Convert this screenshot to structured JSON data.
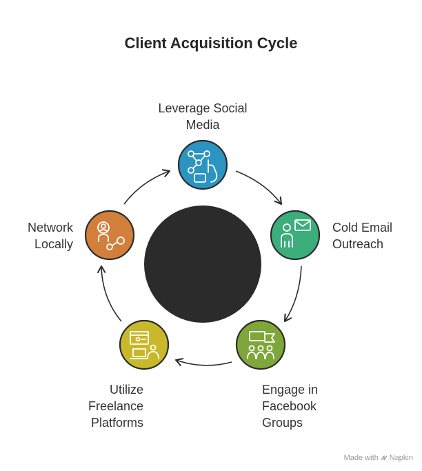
{
  "title": "Client Acquisition Cycle",
  "colors": {
    "center": "#2b2b2b",
    "outline": "#2b2b2b",
    "social": "#2b94c1",
    "email": "#3cae7c",
    "facebook": "#7fa63a",
    "freelance": "#c9b82a",
    "network": "#d27f3b"
  },
  "steps": [
    {
      "id": "social",
      "label_lines": [
        "Leverage Social",
        "Media"
      ],
      "icon": "social-media-hand-icon"
    },
    {
      "id": "email",
      "label_lines": [
        "Cold Email",
        "Outreach"
      ],
      "icon": "person-envelope-icon"
    },
    {
      "id": "facebook",
      "label_lines": [
        "Engage in",
        "Facebook",
        "Groups"
      ],
      "icon": "group-chat-icon"
    },
    {
      "id": "freelance",
      "label_lines": [
        "Utilize",
        "Freelance",
        "Platforms"
      ],
      "icon": "laptop-profile-icon"
    },
    {
      "id": "network",
      "label_lines": [
        "Network",
        "Locally"
      ],
      "icon": "person-share-icon"
    }
  ],
  "watermark": {
    "prefix": "Made with",
    "brand": "Napkin"
  }
}
